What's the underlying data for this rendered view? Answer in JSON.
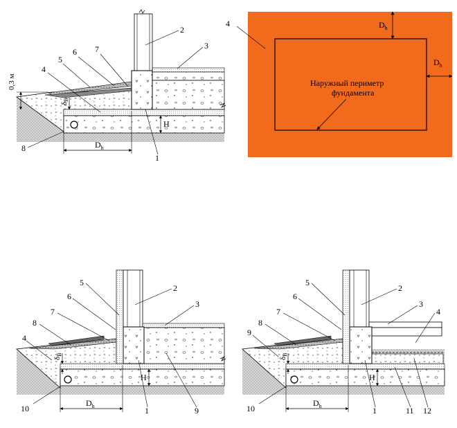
{
  "fig1": {
    "labels": {
      "n1": "1",
      "n2": "2",
      "n3": "3",
      "n4": "4",
      "n5": "5",
      "n6": "6",
      "n7": "7",
      "n8": "8"
    },
    "height_03": "0,3 м",
    "dh": "D",
    "dh_sub": "h",
    "delta": "δ",
    "delta_sub": "B",
    "H": "H"
  },
  "plan": {
    "label4": "4",
    "dh": "D",
    "dh_sub": "h",
    "text_line1": "Наружный периметр",
    "text_line2": "фундамента",
    "fill_color": "#f26b1d"
  },
  "fig2": {
    "labels": {
      "n1": "1",
      "n2": "2",
      "n3": "3",
      "n4": "4",
      "n5": "5",
      "n6": "6",
      "n7": "7",
      "n8": "8",
      "n9": "9",
      "n10": "10"
    },
    "dh": "D",
    "dh_sub": "h",
    "delta": "δ",
    "delta_sub": "B",
    "H": "H"
  },
  "fig3": {
    "labels": {
      "n1": "1",
      "n2": "2",
      "n3": "3",
      "n4": "4",
      "n5": "5",
      "n6": "6",
      "n7": "7",
      "n8": "8",
      "n9": "9",
      "n10": "10",
      "n11": "11",
      "n12": "12"
    },
    "dh": "D",
    "dh_sub": "h",
    "delta": "δ",
    "delta_sub": "B",
    "H": "H"
  }
}
